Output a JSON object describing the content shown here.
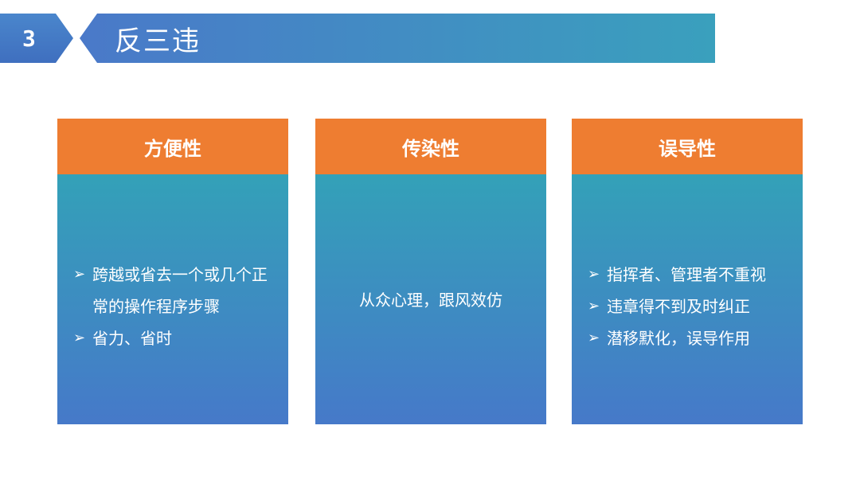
{
  "header": {
    "number": "3",
    "title": "反三违"
  },
  "cards": [
    {
      "heading": "方便性",
      "items": [
        "跨越或省去一个或几个正常的操作程序步骤",
        "省力、省时"
      ]
    },
    {
      "heading": "传染性",
      "text": "从众心理，跟风效仿"
    },
    {
      "heading": "误导性",
      "items": [
        "指挥者、管理者不重视",
        "违章得不到及时纠正",
        "潜移默化，误导作用"
      ]
    }
  ],
  "colors": {
    "header_orange": "#ee7d31",
    "teal": "#33a1b8",
    "blue": "#4679c9"
  },
  "icons": {
    "bullet": "arrow-bullet-icon"
  }
}
